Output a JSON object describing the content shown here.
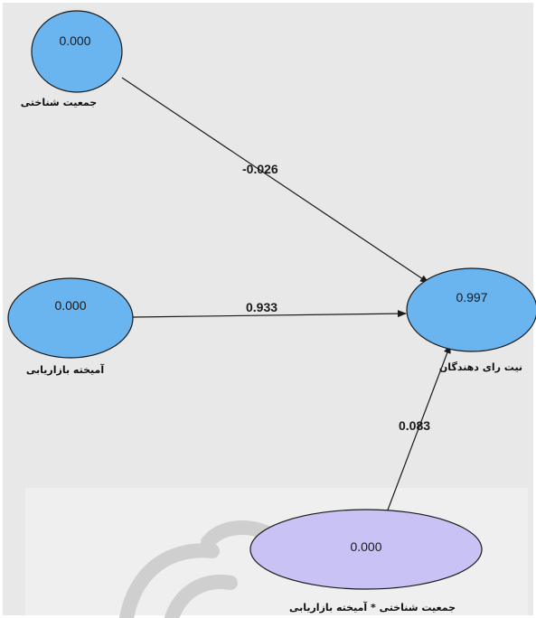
{
  "diagram": {
    "colors": {
      "background": "#e8e8e8",
      "panel": "#efefef",
      "node_blue": "#6ab4f0",
      "node_purple": "#c9c2f5",
      "stroke": "#1a1a1a"
    },
    "nodes": [
      {
        "id": "cognitive",
        "value": "0.000",
        "label": "جمعیت شناختی"
      },
      {
        "id": "marketing_mix",
        "value": "0.000",
        "label": "آمیخته بازاریابی"
      },
      {
        "id": "purchase_intent",
        "value": "0.997",
        "label": "نیت رای دهندگان"
      },
      {
        "id": "interaction",
        "value": "0.000",
        "label": "جمعیت شناختی * آمیخته بازاریابی"
      }
    ],
    "edges": [
      {
        "from": "cognitive",
        "to": "purchase_intent",
        "coefficient": "-0.026"
      },
      {
        "from": "marketing_mix",
        "to": "purchase_intent",
        "coefficient": "0.933"
      },
      {
        "from": "interaction",
        "to": "purchase_intent",
        "coefficient": "0.083"
      }
    ]
  }
}
